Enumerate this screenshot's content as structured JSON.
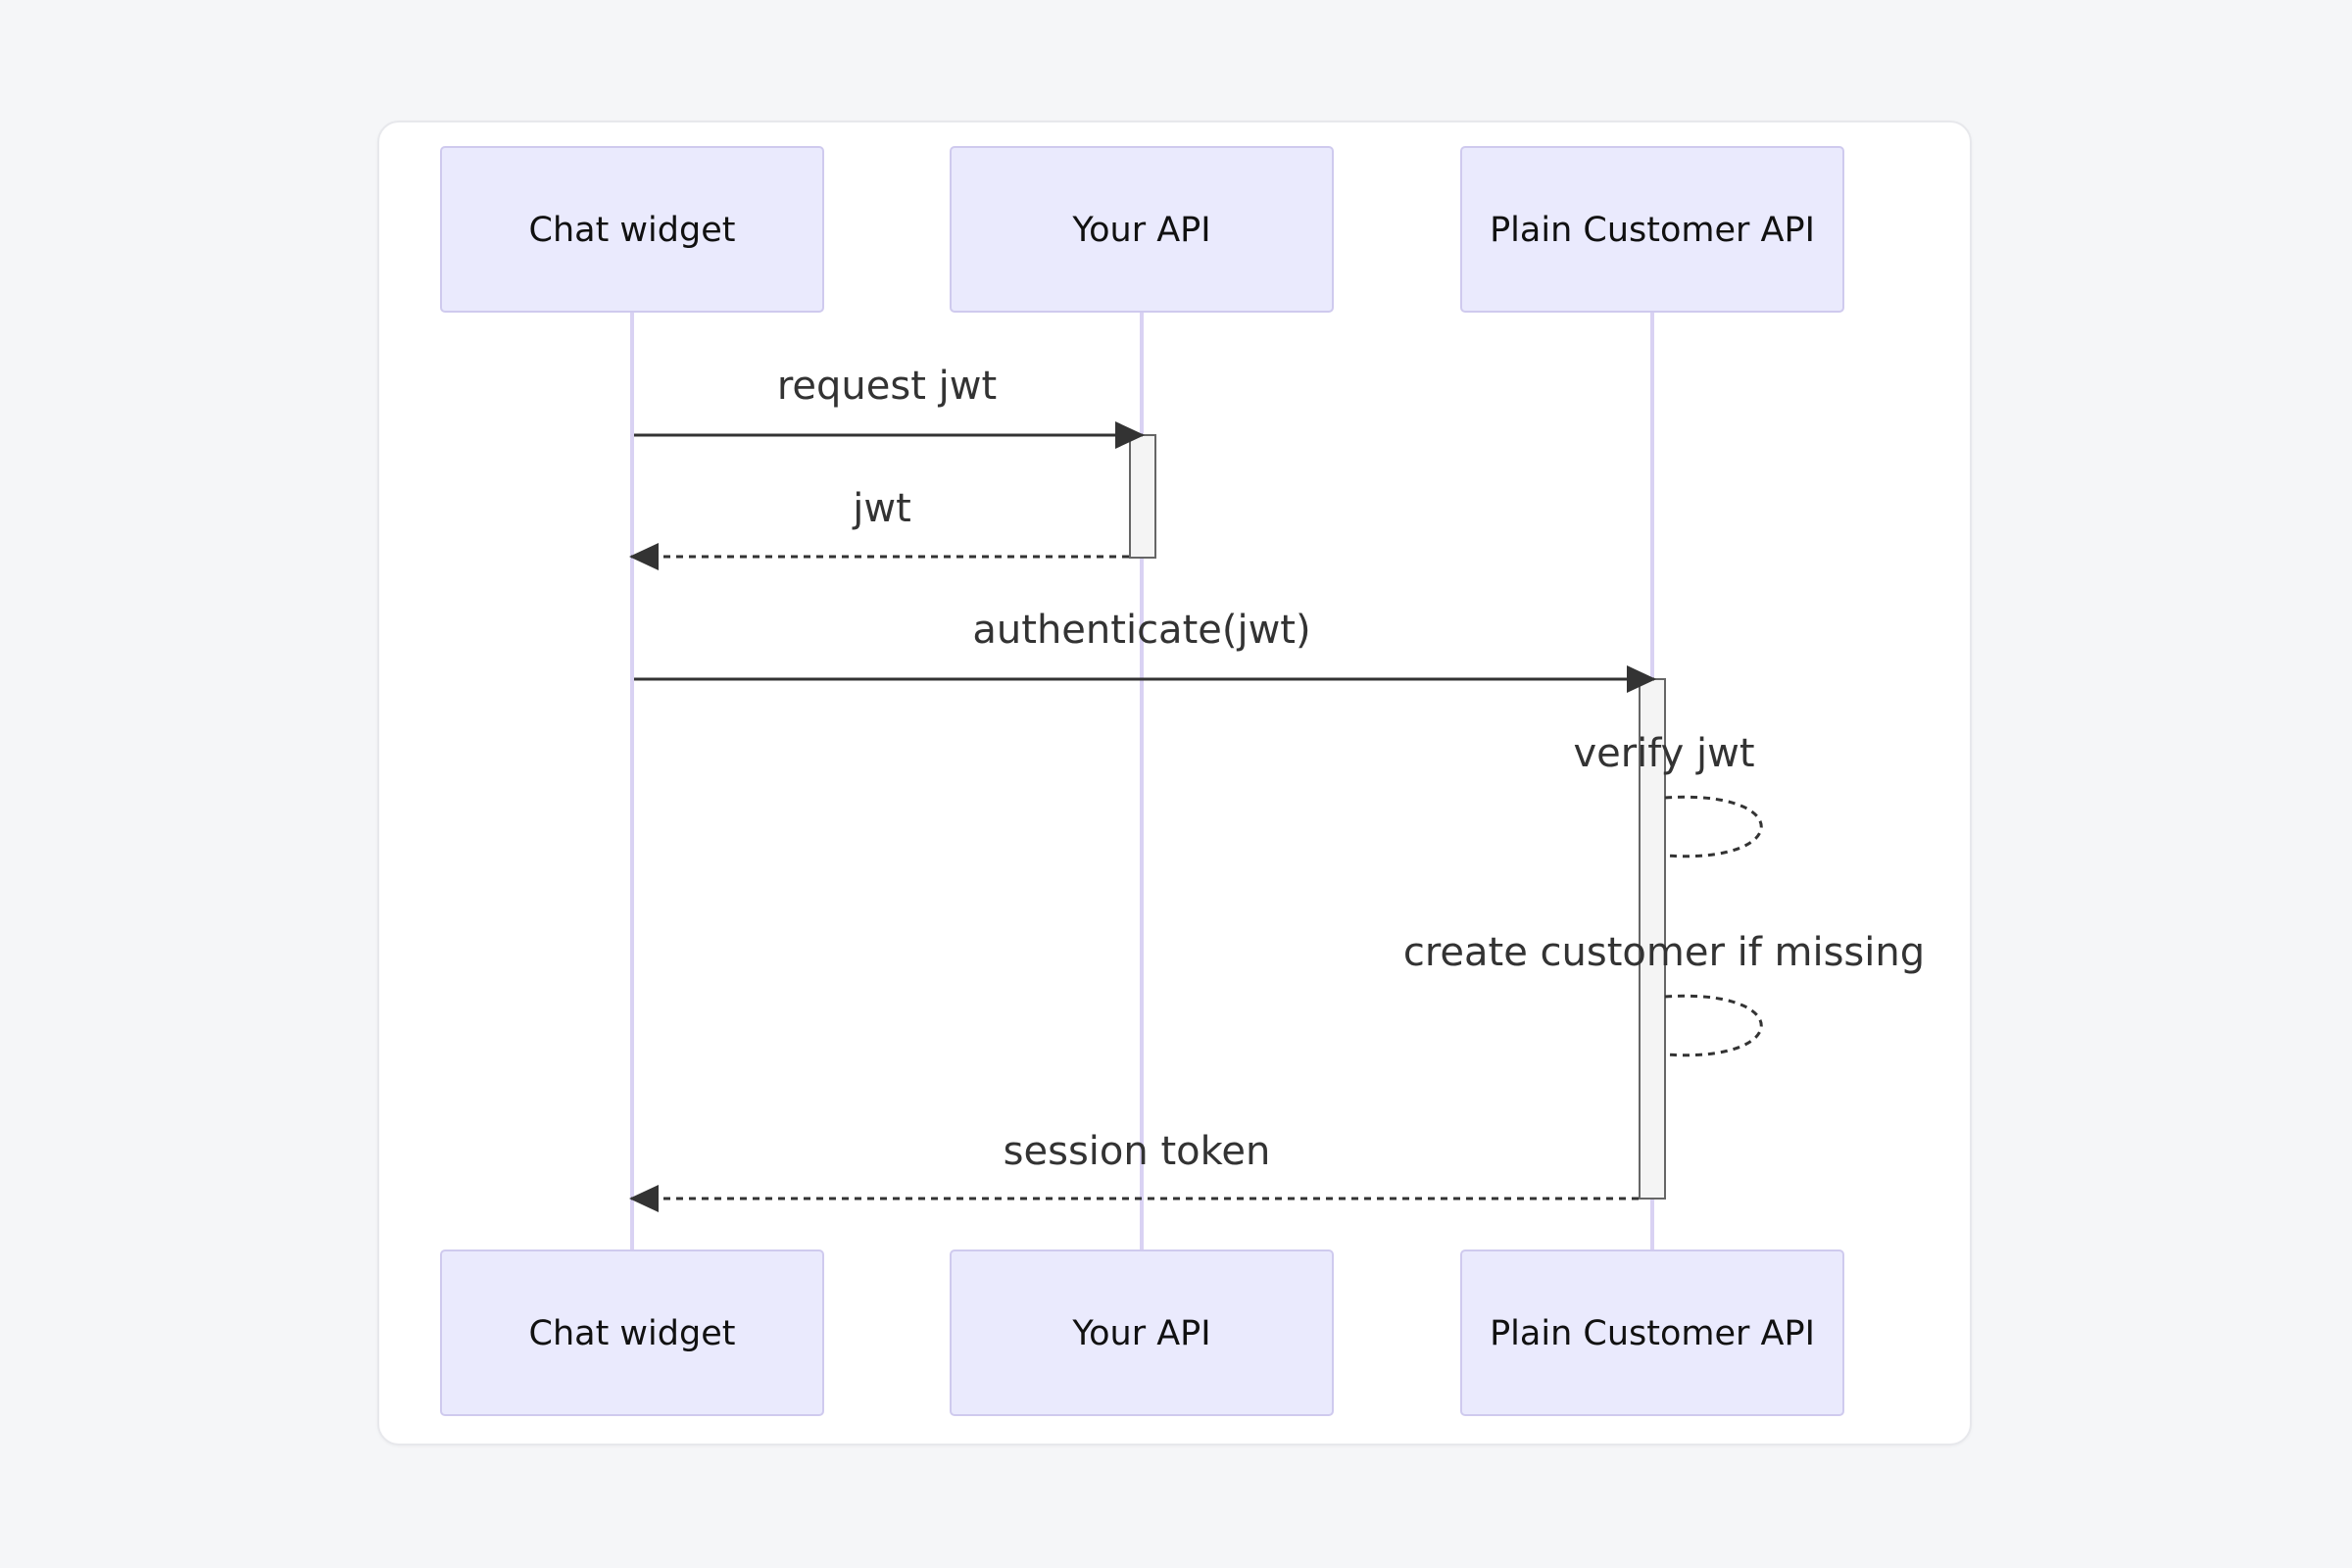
{
  "diagram": {
    "participants": [
      {
        "id": "widget",
        "label": "Chat widget"
      },
      {
        "id": "api",
        "label": "Your API"
      },
      {
        "id": "plain",
        "label": "Plain Customer API"
      }
    ],
    "messages": [
      {
        "from": "widget",
        "to": "api",
        "label": "request jwt",
        "style": "solid"
      },
      {
        "from": "api",
        "to": "widget",
        "label": "jwt",
        "style": "dashed"
      },
      {
        "from": "widget",
        "to": "plain",
        "label": "authenticate(jwt)",
        "style": "solid"
      },
      {
        "from": "plain",
        "to": "plain",
        "label": "verify jwt",
        "style": "dashed"
      },
      {
        "from": "plain",
        "to": "plain",
        "label": "create customer if missing",
        "style": "dashed"
      },
      {
        "from": "plain",
        "to": "widget",
        "label": "session token",
        "style": "dashed"
      }
    ],
    "colors": {
      "actor_fill": "#eaeafd",
      "actor_border": "#cfcaee",
      "lifeline": "#d9d2f3",
      "arrow": "#333333",
      "activation_fill": "#f4f4f4",
      "activation_border": "#666666"
    }
  }
}
